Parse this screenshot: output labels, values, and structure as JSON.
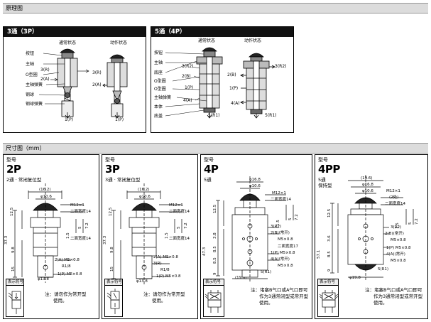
{
  "principle": {
    "header": "原理图",
    "box3": {
      "title": "3通（3P）",
      "state_normal": "通常状态",
      "state_active": "动作状态",
      "labels": [
        "按钮",
        "主轴",
        "O型圈",
        "主轴弹簧",
        "钢球",
        "钢球弹簧"
      ],
      "ports": {
        "r": "3(R)",
        "a": "2(A)",
        "p": "1(P)",
        "r_active": "3(R)",
        "a_active": "2(A)",
        "p_active": "1(P)"
      }
    },
    "box5": {
      "title": "5通（4P）",
      "state_normal": "通常状态",
      "state_active": "动作状态",
      "labels": [
        "按钮",
        "主轴",
        "底座",
        "O型圈",
        "O型圈",
        "主轴弹簧",
        "本体",
        "底盖"
      ],
      "ports": {
        "r2": "3(R2)",
        "b": "2(B)",
        "p": "1(P)",
        "a": "4(A)",
        "r1": "5(R1)",
        "r2_active": "3(R2)",
        "b_active": "2(B)",
        "p_active": "1(P)",
        "a_active": "4(A)",
        "r1_active": "5(R1)"
      }
    }
  },
  "dimensions": {
    "header": "尺寸图（mm）",
    "panels": [
      {
        "kind": "型号",
        "model": "2P",
        "desc": "2通 · 常闭复位型",
        "desc2": "",
        "dims": [
          "(16.2)",
          "φ10.6",
          "M12×1",
          "二面宽度14",
          "7.2",
          "5",
          "1.5",
          "二面宽度14",
          "12.5",
          "37.3",
          "9.8",
          "15",
          "2(A)  M5×0.8",
          "R1/8",
          "1(P)  M5×0.8",
          "φ13.8"
        ],
        "symbol_title": "表示符号",
        "note": [
          "注：请勿作为常开型",
          "使用。"
        ]
      },
      {
        "kind": "型号",
        "model": "3P",
        "desc": "3通 · 常闭复位型",
        "desc2": "",
        "dims": [
          "(16.2)",
          "φ10.6",
          "M12×1",
          "二面宽度14",
          "7.2",
          "5",
          "1.5",
          "二面宽度14",
          "12.5",
          "37.3",
          "9.8",
          "15",
          "2(A)  M5×0.8",
          "3(R)",
          "R1/8",
          "1(P)  M5×0.8",
          "φ13.8"
        ],
        "symbol_title": "表示符号",
        "note": [
          "注：请勿作为常开型",
          "使用。"
        ]
      },
      {
        "kind": "型号",
        "model": "4P",
        "desc": "5通",
        "desc2": "",
        "dims": [
          "φ16.8",
          "φ10.6",
          "M12×1",
          "二面宽度14",
          "7.2",
          "5",
          "1.5",
          "12.5",
          "47.3",
          "3.8",
          "8.5",
          "8.5",
          "9",
          "3(R2)",
          "2(B)(常开)",
          "M5×0.8",
          "二面宽度17",
          "1(P)  M5×0.8",
          "4(A)(常开)",
          "M5×0.8",
          "5(R1)",
          "(19.6)"
        ],
        "symbol_title": "表示符号",
        "note": [
          "注：堵塞B气口或A气口即可",
          "作为3通常闭型或常开型",
          "使用。"
        ]
      },
      {
        "kind": "型号",
        "model": "4PP",
        "desc": "5通",
        "desc2": "保持型",
        "dims": [
          "(19.6)",
          "φ16.8",
          "φ10.6",
          "M12×1",
          "(2处)",
          "二面宽度14",
          "7.2",
          "5",
          "1.5",
          "12.5",
          "57.1",
          "3.6",
          "8.5",
          "9",
          "3(R2)",
          "2(B)(常开)",
          "M5×0.8",
          "1(P)  M5×0.8",
          "4(A)(常开)",
          "M5×0.8",
          "5(R1)",
          "φ19.8"
        ],
        "symbol_title": "表示符号",
        "note": [
          "注：堵塞B气口或A气口即可",
          "作为3通常闭型或常开型",
          "使用。"
        ]
      }
    ]
  }
}
